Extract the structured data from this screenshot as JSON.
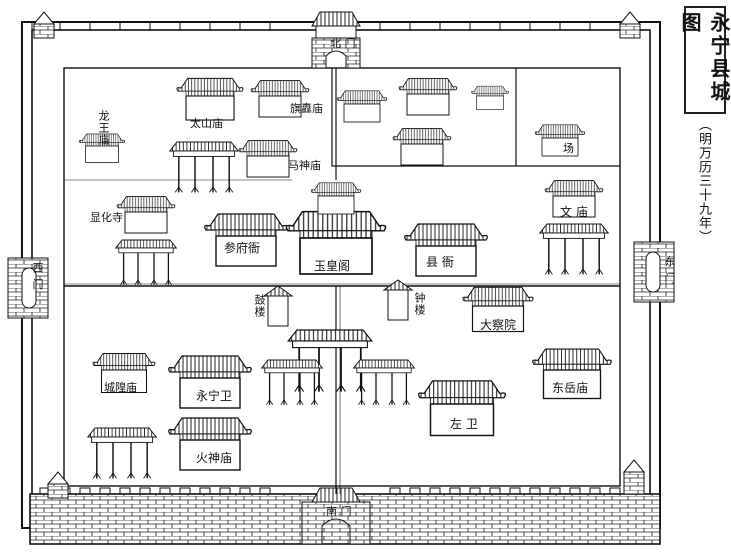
{
  "title": "永宁县城图",
  "subtitle": "（明万历三十九年）",
  "gates": {
    "north": "北 门",
    "south": "南 门",
    "west": "西 门",
    "east": "东 门"
  },
  "buildings": {
    "longwang_temple": "龙王庙",
    "taishan_temple": "太山庙",
    "qidu_temple": "旗纛庙",
    "mashen_temple": "马神庙",
    "xianhua_temple": "显化寺",
    "canfu_office": "参府衙",
    "yuhuang_pavilion": "玉皇阁",
    "county_office": "县 衙",
    "wen_temple": "文 庙",
    "drum_tower": "鼓楼",
    "bell_tower": "钟楼",
    "chayuan": "大察院",
    "chenghuang_temple": "城隍庙",
    "yongning_wei": "永宁卫",
    "huoshen_temple": "火神庙",
    "zuowei": "左 卫",
    "dongyue_temple": "东岳庙",
    "chang": "场"
  }
}
